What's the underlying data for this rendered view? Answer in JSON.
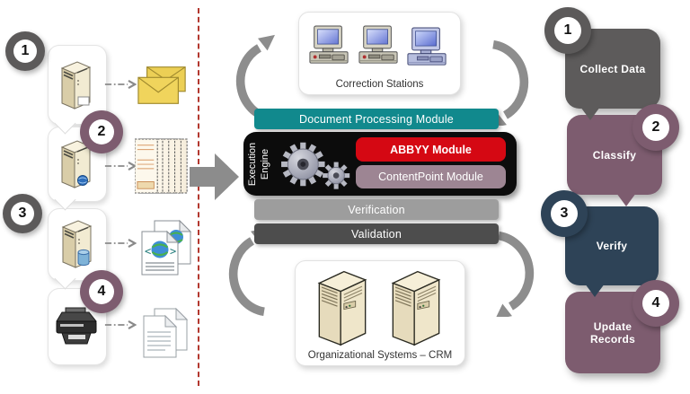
{
  "sources": {
    "items": [
      {
        "number": "1",
        "icon": "server-tower-icon",
        "output_icon": "email-envelopes-icon"
      },
      {
        "number": "2",
        "icon": "server-tower-globe-icon",
        "output_icon": "invoice-stack-icon"
      },
      {
        "number": "3",
        "icon": "server-tower-database-icon",
        "output_icon": "web-documents-icon"
      },
      {
        "number": "4",
        "icon": "scanner-icon",
        "output_icon": "paper-documents-icon"
      }
    ]
  },
  "pipeline": {
    "correction_stations": {
      "label": "Correction Stations"
    },
    "document_processing": {
      "label": "Document Processing Module",
      "color": "#11898D"
    },
    "execution_engine": {
      "label": "Execution Engine",
      "color": "#0C0C0C"
    },
    "abbyy_module": {
      "label": "ABBYY Module",
      "color": "#D50813"
    },
    "contentpoint_module": {
      "label": "ContentPoint Module",
      "color": "#9D8593"
    },
    "verification": {
      "label": "Verification",
      "color": "#9D9D9D"
    },
    "validation": {
      "label": "Validation",
      "color": "#4D4D4D"
    },
    "organizational_systems": {
      "label": "Organizational Systems – CRM"
    }
  },
  "steps": [
    {
      "number": "1",
      "label": "Collect Data",
      "color": "#5D5B5B"
    },
    {
      "number": "2",
      "label": "Classify",
      "color": "#7D5C6F"
    },
    {
      "number": "3",
      "label": "Verify",
      "color": "#2E4357"
    },
    {
      "number": "4",
      "label": "Update Records",
      "color": "#7D5C6F"
    }
  ],
  "icons": {
    "server-tower-icon": "beige 3d tower server (svg shape)",
    "server-tower-globe-icon": "tower server with blue globe badge (svg shape)",
    "server-tower-database-icon": "tower server with blue database cylinder (svg shape)",
    "scanner-icon": "black document scanner (svg shape)",
    "email-envelopes-icon": "two yellow envelopes (svg shape)",
    "invoice-stack-icon": "stack of tan invoice forms (svg shape)",
    "web-documents-icon": "html documents with globe (svg shape)",
    "paper-documents-icon": "two plain paper documents (svg shape)",
    "desktop-computer-icon": "crt desktop computer (svg shape)",
    "server-rack-icon": "large beige server tower (svg shape)",
    "gears-icon": "two interlocking gears (svg shape)",
    "curved-flow-arrow-icon": "thick gray curved arrow (svg shape)",
    "big-right-arrow-icon": "gray block arrow pointing right (svg shape)",
    "dashed-arrow-icon": "gray dash-dot arrow (svg shape)"
  },
  "colors": {
    "divider_red": "#B3382F",
    "arrow_gray": "#8C8C8C",
    "step_gray": "#5D5B5B",
    "step_mauve": "#7D5C6F",
    "step_navy": "#2E4357"
  }
}
